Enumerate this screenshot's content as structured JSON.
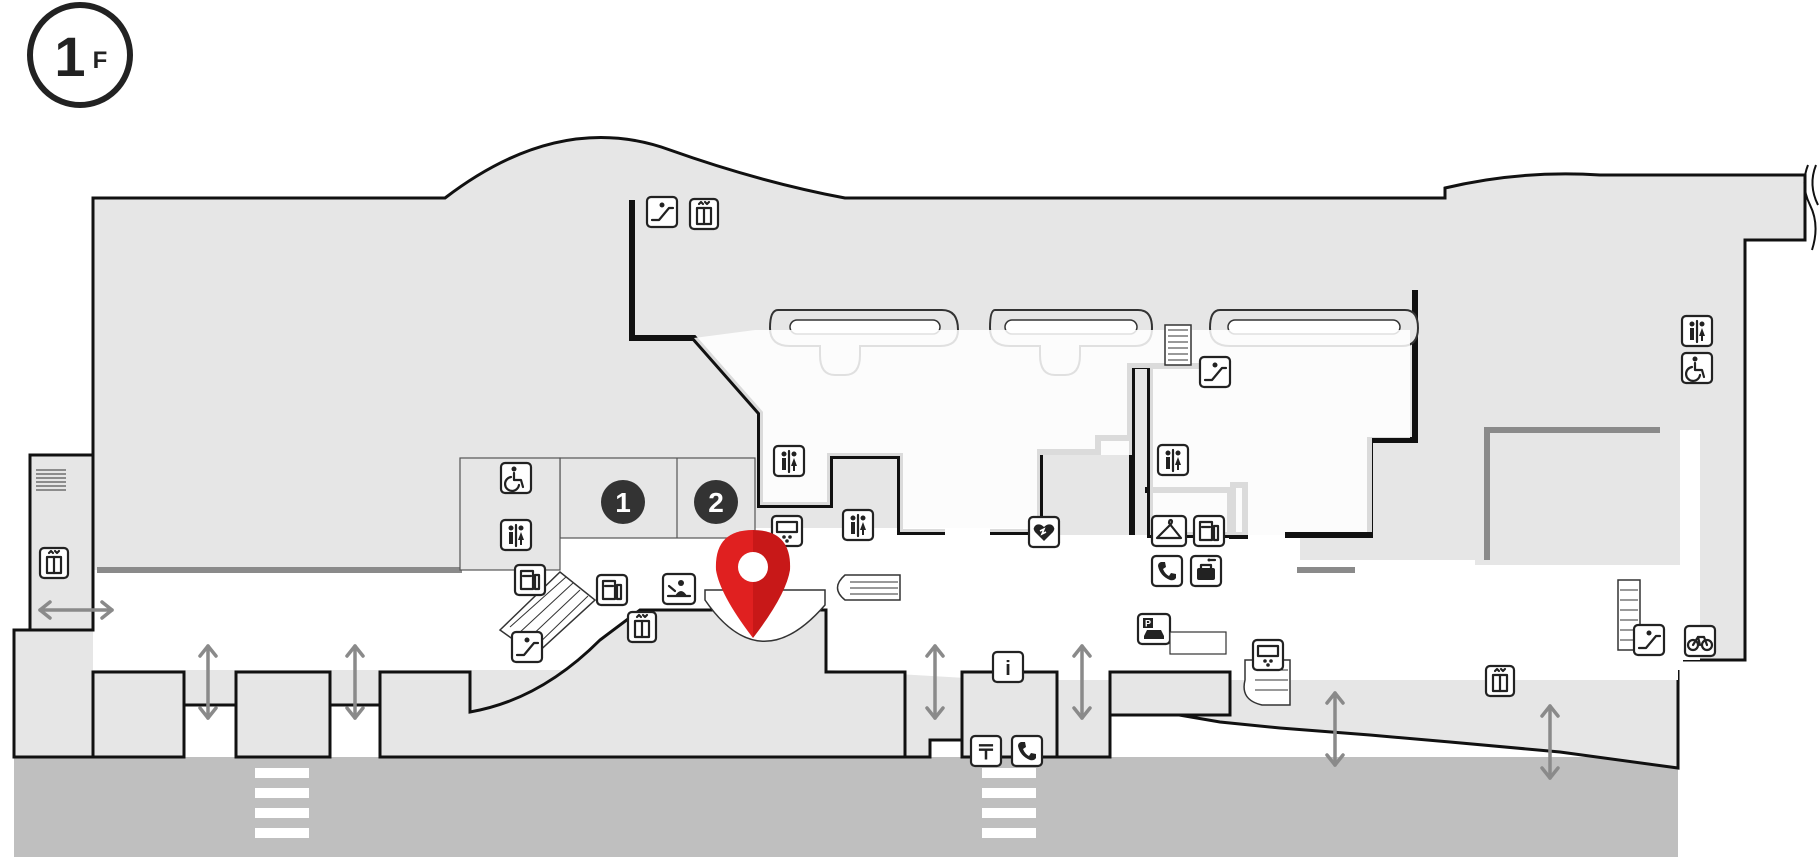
{
  "floor": {
    "number": "1",
    "suffix": "F"
  },
  "zones": [
    {
      "id": "zone-1",
      "label": "1"
    },
    {
      "id": "zone-2",
      "label": "2"
    }
  ],
  "colors": {
    "building_fill": "#e6e6e6",
    "road_fill": "#bfbfbf",
    "walkway_fill": "#ffffff",
    "wall_stroke": "#111111",
    "accent_gray": "#8a8a8a",
    "zone_circle": "#333333",
    "pin_red": "#e02020"
  },
  "icons": {
    "escalator": "escalator-icon",
    "elevator": "elevator-icon",
    "restroom": "restroom-icon",
    "accessible": "wheelchair-icon",
    "ticket_machine": "ticket-machine-icon",
    "ticket_window": "ticket-counter-icon",
    "aed": "aed-icon",
    "telephone": "telephone-icon",
    "locker": "coin-locker-icon",
    "cloakroom": "cloakroom-icon",
    "info": "information-icon",
    "post": "post-office-icon",
    "parking": "parking-icon",
    "bicycle": "bicycle-icon",
    "location_pin": "current-location-pin"
  },
  "labels": {
    "info_glyph": "i",
    "post_glyph": "〒",
    "parking_glyph": "P"
  }
}
